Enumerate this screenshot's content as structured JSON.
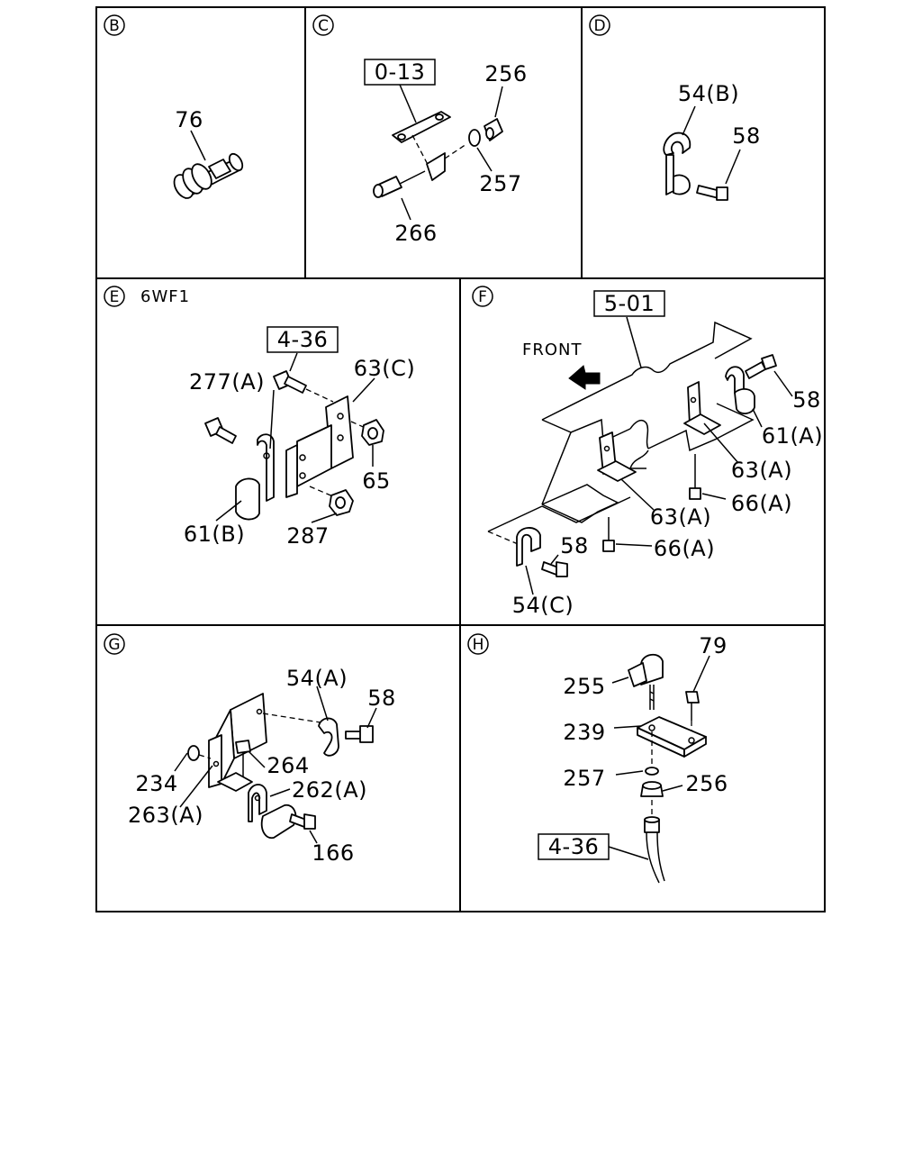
{
  "panels": {
    "B": {
      "letter": "B",
      "labels": {
        "p76": "76"
      }
    },
    "C": {
      "letter": "C",
      "ref": "0-13",
      "labels": {
        "p256": "256",
        "p257": "257",
        "p266": "266"
      }
    },
    "D": {
      "letter": "D",
      "labels": {
        "p54b": "54(B)",
        "p58": "58"
      }
    },
    "E": {
      "letter": "E",
      "subtitle": "6WF1",
      "ref": "4-36",
      "labels": {
        "p277a": "277(A)",
        "p63c": "63(C)",
        "p65": "65",
        "p61b": "61(B)",
        "p287": "287"
      }
    },
    "F": {
      "letter": "F",
      "ref": "5-01",
      "front": "FRONT",
      "labels": {
        "p58a": "58",
        "p61a": "61(A)",
        "p63a1": "63(A)",
        "p66a1": "66(A)",
        "p63a2": "63(A)",
        "p58b": "58",
        "p66a2": "66(A)",
        "p54c": "54(C)"
      }
    },
    "G": {
      "letter": "G",
      "labels": {
        "p54a": "54(A)",
        "p58": "58",
        "p264": "264",
        "p234": "234",
        "p262a": "262(A)",
        "p263a": "263(A)",
        "p166": "166"
      }
    },
    "H": {
      "letter": "H",
      "ref": "4-36",
      "labels": {
        "p79": "79",
        "p255": "255",
        "p239": "239",
        "p257": "257",
        "p256": "256"
      }
    }
  }
}
